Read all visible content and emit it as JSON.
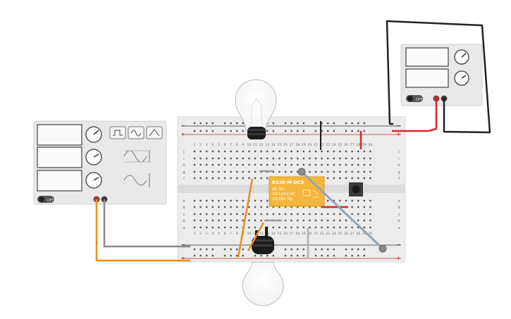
{
  "relay": {
    "model": "KS2E-M-DC5",
    "line1": "DC 5V",
    "line2": "1A/125V AC",
    "line3": "2A/30V DC"
  },
  "power_switch_label": "OFF",
  "breadboard": {
    "column_numbers": [
      "1",
      "2",
      "3",
      "4",
      "5",
      "6",
      "7",
      "8",
      "9",
      "10",
      "11",
      "12",
      "13",
      "14",
      "15",
      "16",
      "17",
      "18",
      "19",
      "20",
      "21",
      "22",
      "23",
      "24",
      "25",
      "26",
      "27",
      "28",
      "29",
      "30"
    ],
    "row_letters_top": [
      "j",
      "i",
      "h",
      "g",
      "f"
    ],
    "row_letters_bottom": [
      "e",
      "d",
      "c",
      "b",
      "a"
    ],
    "rail_plus": "+",
    "rail_minus": "−"
  },
  "colors": {
    "wire_red": "#d62828",
    "wire_orange": "#e8901c",
    "wire_gray": "#8a8a8a",
    "wire_black": "#1a1a1a",
    "wire_steel": "#8fa6b8",
    "relay_body": "#f5b63c",
    "breadboard": "#ececec"
  }
}
